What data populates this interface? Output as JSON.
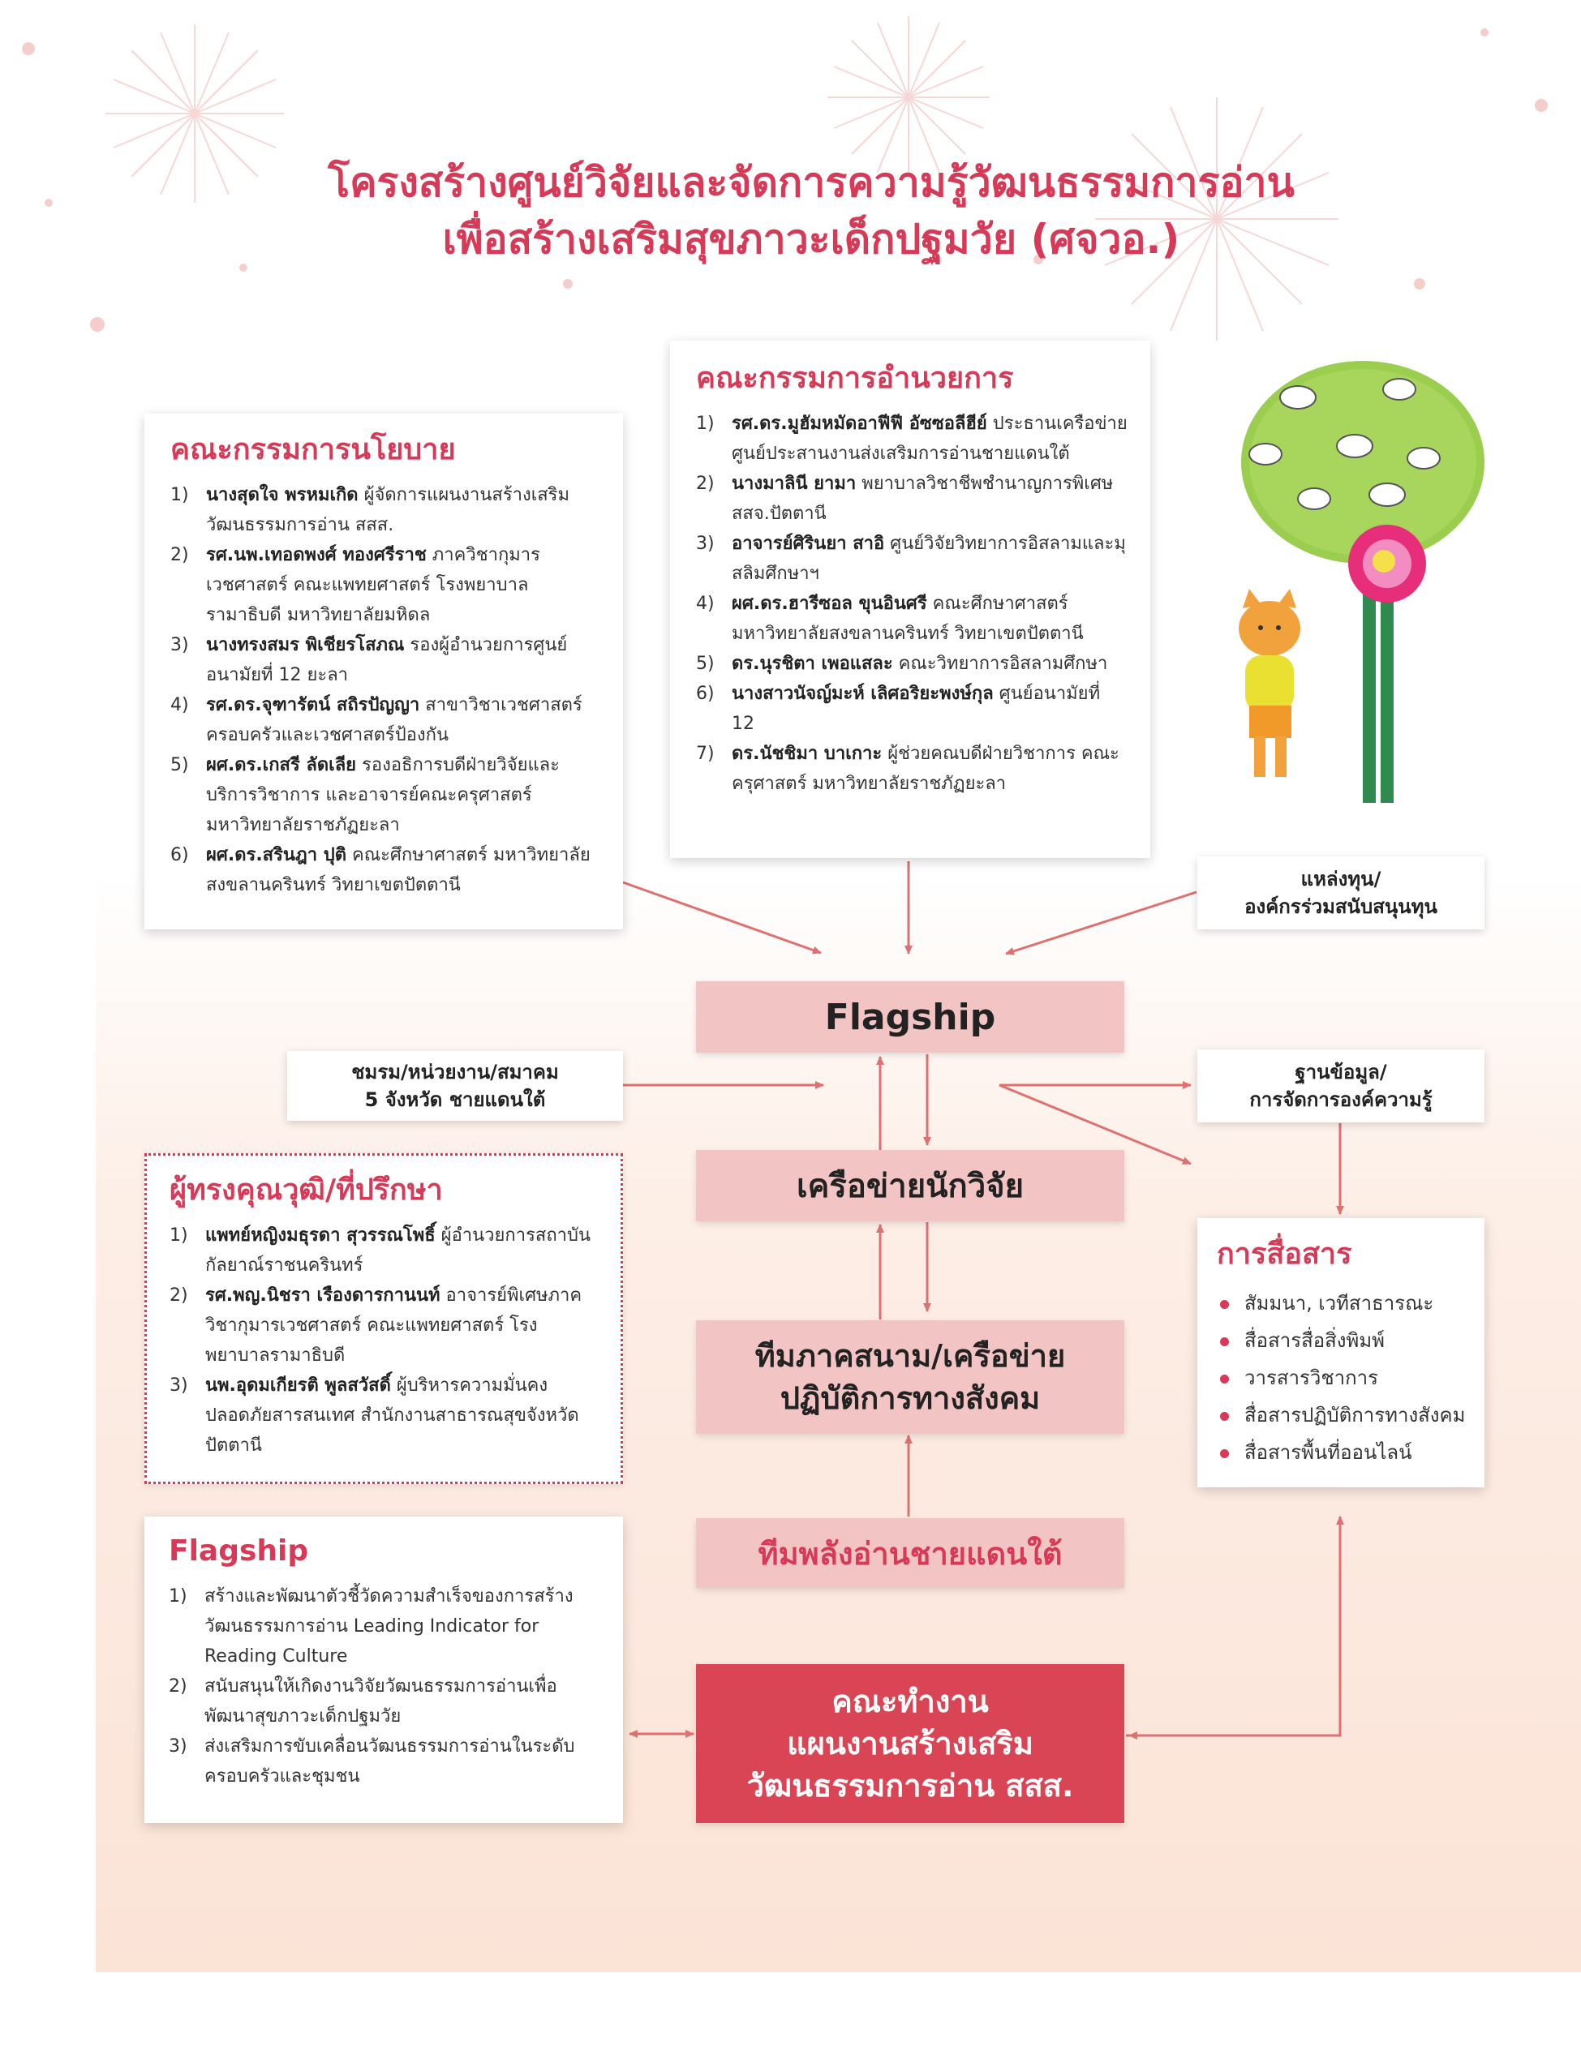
{
  "title": {
    "line1": "โครงสร้างศูนย์วิจัยและจัดการความรู้วัฒนธรรมการอ่าน",
    "line2": "เพื่อสร้างเสริมสุขภาวะเด็กปฐมวัย (ศจวอ.)"
  },
  "policy_committee": {
    "heading": "คณะกรรมการนโยบาย",
    "items": [
      {
        "num": "1)",
        "name": "นางสุดใจ พรหมเกิด",
        "desc": " ผู้จัดการแผนงานสร้างเสริมวัฒนธรรมการอ่าน สสส."
      },
      {
        "num": "2)",
        "name": "รศ.นพ.เทอดพงศ์ ทองศรีราช",
        "desc": " ภาควิชากุมารเวชศาสตร์ คณะแพทยศาสตร์ โรงพยาบาลรามาธิบดี มหาวิทยาลัยมหิดล"
      },
      {
        "num": "3)",
        "name": "นางทรงสมร พิเชียรโสภณ",
        "desc": " รองผู้อำนวยการศูนย์อนามัยที่ 12 ยะลา"
      },
      {
        "num": "4)",
        "name": "รศ.ดร.จุฑารัตน์ สถิรปัญญา",
        "desc": " สาขาวิชาเวชศาสตร์ครอบครัวและเวชศาสตร์ป้องกัน"
      },
      {
        "num": "5)",
        "name": "ผศ.ดร.เกสรี ลัดเลีย",
        "desc": " รองอธิการบดีฝ่ายวิจัยและบริการวิชาการ และอาจารย์คณะครุศาสตร์ มหาวิทยาลัยราชภัฏยะลา"
      },
      {
        "num": "6)",
        "name": "ผศ.ดร.สรินฎา ปุติ",
        "desc": " คณะศึกษาศาสตร์ มหาวิทยาลัยสงขลานครินทร์ วิทยาเขตปัตตานี"
      }
    ]
  },
  "executive_committee": {
    "heading": "คณะกรรมการอำนวยการ",
    "items": [
      {
        "num": "1)",
        "name": "รศ.ดร.มูฮัมหมัดอาฟีฟี อัซซอลีฮีย์",
        "desc": " ประธานเครือข่ายศูนย์ประสานงานส่งเสริมการอ่านชายแดนใต้"
      },
      {
        "num": "2)",
        "name": "นางมาลินี ยามา",
        "desc": " พยาบาลวิชาชีพชำนาญการพิเศษ สสจ.ปัตตานี"
      },
      {
        "num": "3)",
        "name": "อาจารย์ศิรินยา สาอิ",
        "desc": " ศูนย์วิจัยวิทยาการอิสลามและมุสลิมศึกษาฯ"
      },
      {
        "num": "4)",
        "name": "ผศ.ดร.ฮารีซอล ขุนอินศรี",
        "desc": " คณะศึกษาศาสตร์ มหาวิทยาลัยสงขลานครินทร์ วิทยาเขตปัตตานี"
      },
      {
        "num": "5)",
        "name": "ดร.นุรชิตา เพอแสละ",
        "desc": " คณะวิทยาการอิสลามศึกษา"
      },
      {
        "num": "6)",
        "name": "นางสาวนัจญ์มะห์ เลิศอริยะพงษ์กุล",
        "desc": " ศูนย์อนามัยที่ 12"
      },
      {
        "num": "7)",
        "name": "ดร.นัชชิมา บาเกาะ",
        "desc": " ผู้ช่วยคณบดีฝ่ายวิชาการ คณะครุศาสตร์ มหาวิทยาลัยราชภัฏยะลา"
      }
    ]
  },
  "funding": {
    "line1": "แหล่งทุน/",
    "line2": "องค์กรร่วมสนับสนุนทุน"
  },
  "clubs": {
    "line1": "ชมรม/หน่วยงาน/สมาคม",
    "line2": "5 จังหวัด ชายแดนใต้"
  },
  "database": {
    "line1": "ฐานข้อมูล/",
    "line2": "การจัดการองค์ความรู้"
  },
  "advisors": {
    "heading": "ผู้ทรงคุณวุฒิ/ที่ปรึกษา",
    "items": [
      {
        "num": "1)",
        "name": "แพทย์หญิงมธุรดา สุวรรณโพธิ์",
        "desc": " ผู้อำนวยการสถาบันกัลยาณ์ราชนครินทร์"
      },
      {
        "num": "2)",
        "name": "รศ.พญ.นิชรา เรืองดารกานนท์",
        "desc": " อาจารย์พิเศษภาควิชากุมารเวชศาสตร์ คณะแพทยศาสตร์ โรงพยาบาลรามาธิบดี"
      },
      {
        "num": "3)",
        "name": "นพ.อุดมเกียรติ พูลสวัสดิ์",
        "desc": " ผู้บริหารความมั่นคงปลอดภัยสารสนเทศ สำนักงานสาธารณสุขจังหวัดปัตตานี"
      }
    ]
  },
  "flagship_card": {
    "heading": "Flagship",
    "items": [
      {
        "num": "1)",
        "name": "",
        "desc": "สร้างและพัฒนาตัวชี้วัดความสำเร็จของการสร้างวัฒนธรรมการอ่าน Leading Indicator for Reading Culture"
      },
      {
        "num": "2)",
        "name": "",
        "desc": "สนับสนุนให้เกิดงานวิจัยวัฒนธรรมการอ่านเพื่อพัฒนาสุขภาวะเด็กปฐมวัย"
      },
      {
        "num": "3)",
        "name": "",
        "desc": "ส่งเสริมการขับเคลื่อนวัฒนธรรมการอ่านในระดับครอบครัวและชุมชน"
      }
    ]
  },
  "communication": {
    "heading": "การสื่อสาร",
    "items": [
      "สัมมนา, เวทีสาธารณะ",
      "สื่อสารสื่อสิ่งพิมพ์",
      "วารสารวิชาการ",
      "สื่อสารปฏิบัติการทางสังคม",
      "สื่อสารพื้นที่ออนไลน์"
    ]
  },
  "nodes": {
    "flagship": "Flagship",
    "researchers": "เครือข่ายนักวิจัย",
    "field_team_line1": "ทีมภาคสนาม/เครือข่าย",
    "field_team_line2": "ปฏิบัติการทางสังคม",
    "reading_team": "ทีมพลังอ่านชายแดนใต้",
    "working_line1": "คณะทำงาน",
    "working_line2": "แผนงานสร้างเสริม",
    "working_line3": "วัฒนธรรมการอ่าน สสส."
  },
  "colors": {
    "accent": "#d63a57",
    "node_fill": "#f3c4c4",
    "node_strong": "#d94555",
    "arrow": "#e07070"
  }
}
